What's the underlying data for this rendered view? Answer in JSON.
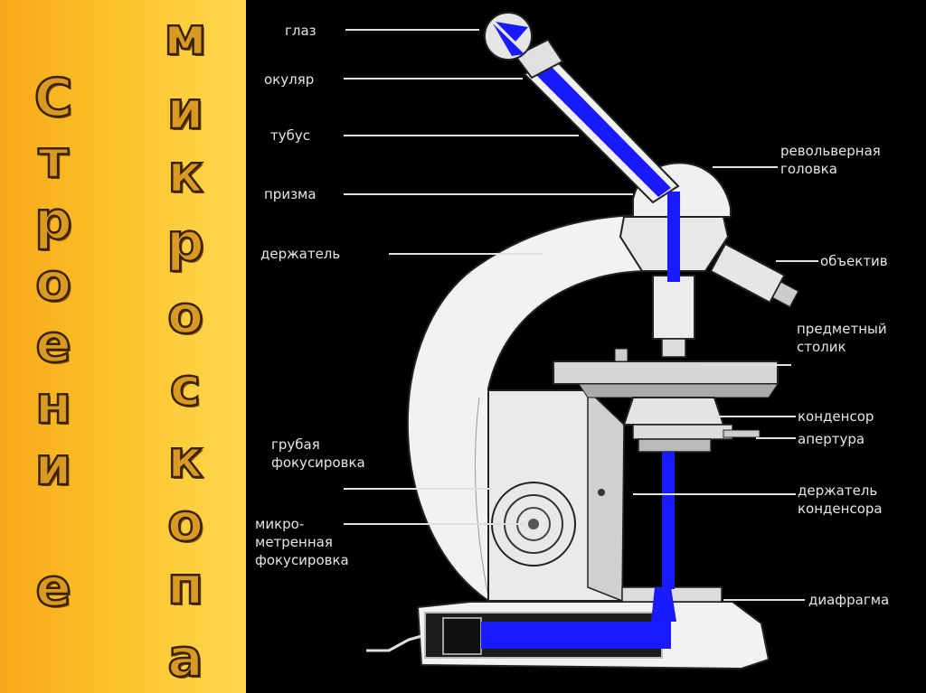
{
  "title": {
    "word1": [
      "С",
      "т",
      "р",
      "о",
      "е",
      "н",
      "и",
      "е"
    ],
    "word2": [
      "м",
      "и",
      "к",
      "р",
      "о",
      "с",
      "к",
      "о",
      "п",
      "а"
    ]
  },
  "labels": {
    "eye": "глаз",
    "eyepiece": "окуляр",
    "tube": "тубус",
    "prism": "призма",
    "holder": "держатель",
    "revolver": "револьверная\nголовка",
    "objective": "объектив",
    "stage": "предметный\nстолик",
    "condenser": "конденсор",
    "aperture": "апертура",
    "condenser_holder": "держатель\nконденсора",
    "coarse_focus": "грубая\nфокусировка",
    "micrometer_focus": "микро-\nметренная\nфокусировка",
    "diaphragm": "диафрагма"
  },
  "colors": {
    "panel_start": "#f7a81c",
    "panel_end": "#ffd850",
    "letters": "#d89a22",
    "light_beam": "#1a1aff",
    "microscope_body": "#f2f2f2",
    "background": "#000000"
  }
}
